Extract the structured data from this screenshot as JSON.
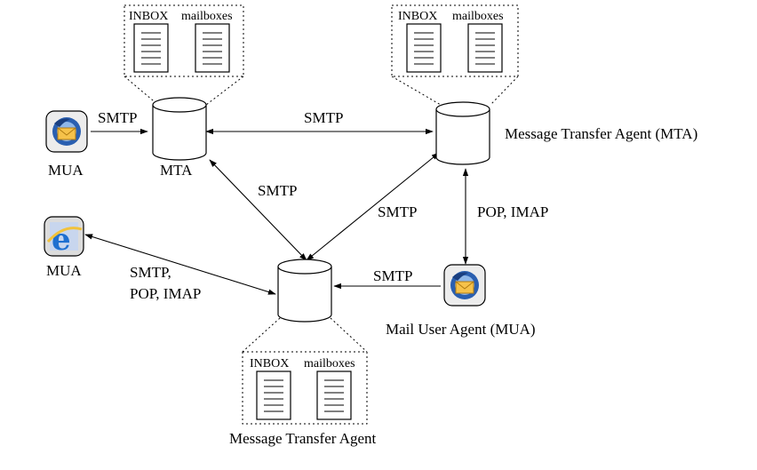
{
  "labels": {
    "smtp": "SMTP",
    "pop_imap": "POP, IMAP",
    "smtp_comma": "SMTP,",
    "mua": "MUA",
    "mta": "MTA",
    "mta_full": "Message Transfer Agent (MTA)",
    "mta_bottom": "Message Transfer Agent",
    "mua_full": "Mail User Agent (MUA)",
    "inbox": "INBOX",
    "mailboxes": "mailboxes"
  },
  "colors": {
    "thunderbird_blue": "#2a5fb0",
    "envelope": "#f0a020",
    "ie_blue": "#1e6fd0",
    "icon_bg": "#dcdcdc"
  },
  "icons": [
    "thunderbird-icon",
    "internet-explorer-icon",
    "document-icon",
    "database-cylinder-icon"
  ]
}
